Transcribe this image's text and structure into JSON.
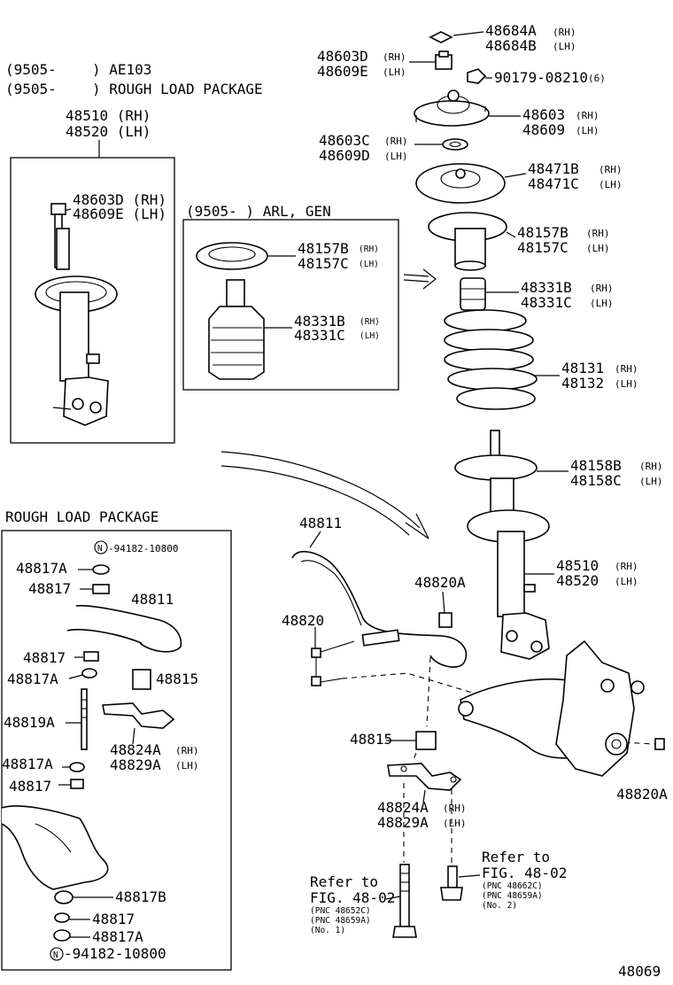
{
  "header": {
    "line1_code": "(9505-",
    "line1_text": ") AE103",
    "line2_code": "(9505-",
    "line2_text": ") ROUGH  LOAD  PACKAGE"
  },
  "strut_assembly": {
    "rh": "48510 (RH)",
    "lh": "48520 (LH)",
    "inner_rh": "48603D (RH)",
    "inner_lh": "48609E (LH)"
  },
  "arl_box": {
    "title": "(9505-      ) ARL, GEN",
    "seat_rh": "48157B",
    "seat_lh": "48157C",
    "bumper_rh": "48331B",
    "bumper_lh": "48331C",
    "rh": "(RH)",
    "lh": "(LH)"
  },
  "right_parts": [
    {
      "a": "48684A",
      "a_side": "(RH)",
      "b": "48684B",
      "b_side": "(LH)"
    },
    {
      "a": "48603D",
      "a_side": "(RH)",
      "b": "48609E",
      "b_side": "(LH)"
    },
    {
      "a": "90179-08210",
      "a_side": "(6)"
    },
    {
      "a": "48603",
      "a_side": "(RH)",
      "b": "48609",
      "b_side": "(LH)"
    },
    {
      "a": "48603C",
      "a_side": "(RH)",
      "b": "48609D",
      "b_side": "(LH)"
    },
    {
      "a": "48471B",
      "a_side": "(RH)",
      "b": "48471C",
      "b_side": "(LH)"
    },
    {
      "a": "48157B",
      "a_side": "(RH)",
      "b": "48157C",
      "b_side": "(LH)"
    },
    {
      "a": "48331B",
      "a_side": "(RH)",
      "b": "48331C",
      "b_side": "(LH)"
    },
    {
      "a": "48131",
      "a_side": "(RH)",
      "b": "48132",
      "b_side": "(LH)"
    },
    {
      "a": "48158B",
      "a_side": "(RH)",
      "b": "48158C",
      "b_side": "(LH)"
    },
    {
      "a": "48510",
      "a_side": "(RH)",
      "b": "48520",
      "b_side": "(LH)"
    }
  ],
  "stabilizer": {
    "bar": "48811",
    "bushing_a": "48820A",
    "link": "48820",
    "bushing": "48815",
    "bracket_rh": "48824A",
    "bracket_lh": "48829A",
    "rh": "(RH)",
    "lh": "(LH)",
    "end_bushing": "48820A"
  },
  "refer_left": {
    "refer": "Refer to",
    "fig": "FIG. 48-02",
    "pnc1": "(PNC 48652C)",
    "pnc2": "(PNC 48659A)",
    "no": "(No. 1)"
  },
  "refer_right": {
    "refer": "Refer to",
    "fig": "FIG. 48-02",
    "pnc1": "(PNC 48662C)",
    "pnc2": "(PNC 48659A)",
    "no": "(No. 2)"
  },
  "rough_box": {
    "title": "ROUGH  LOAD  PACKAGE",
    "nut_top": "-94182-10800",
    "nut_bottom": "-94182-10800",
    "n_symbol": "N",
    "cushion_a1": "48817A",
    "cushion_1": "48817",
    "bar": "48811",
    "cushion_2": "48817",
    "cushion_a2": "48817A",
    "bushing": "48815",
    "bolt": "48819A",
    "bracket_rh": "48824A",
    "bracket_lh": "48829A",
    "rh": "(RH)",
    "lh": "(LH)",
    "cushion_a3": "48817A",
    "cushion_3": "48817",
    "cushion_b": "48817B",
    "cushion_4": "48817",
    "cushion_a4": "48817A"
  },
  "figure_number": "48069"
}
